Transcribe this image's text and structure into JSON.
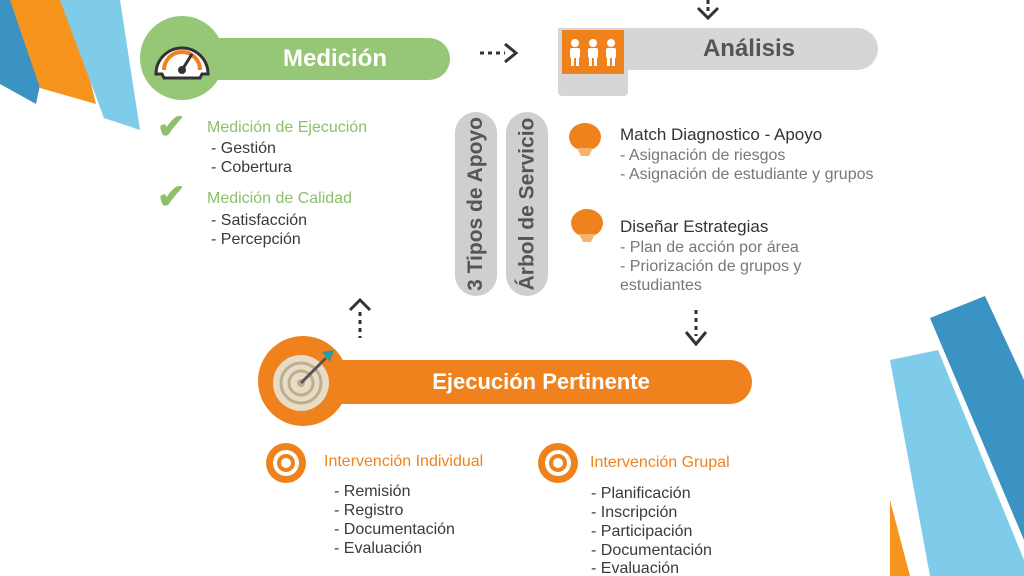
{
  "colors": {
    "green": "#95c777",
    "orange": "#f0821e",
    "grey": "#d6d6d6",
    "blue_light": "#7fcbea",
    "blue_dark": "#3a93c2"
  },
  "medicion": {
    "title": "Medición",
    "icon": "gauge-icon",
    "groups": [
      {
        "title": "Medición de Ejecución",
        "items": [
          "- Gestión",
          "- Cobertura"
        ]
      },
      {
        "title": "Medición de Calidad",
        "items": [
          "- Satisfacción",
          "- Percepción"
        ]
      }
    ]
  },
  "analisis": {
    "title": "Análisis",
    "icon": "people-icon",
    "groups": [
      {
        "title": "Match Diagnostico - Apoyo",
        "items": [
          "- Asignación de riesgos",
          "- Asignación de estudiante y grupos"
        ]
      },
      {
        "title": "Diseñar Estrategias",
        "items": [
          "- Plan de acción por área",
          "- Priorización de grupos y",
          "estudiantes"
        ]
      }
    ]
  },
  "vertical_labels": [
    "3 Tipos de Apoyo",
    "Árbol de Servicio"
  ],
  "ejecucion": {
    "title": "Ejecución Pertinente",
    "icon": "target-icon",
    "groups": [
      {
        "title": "Intervención Individual",
        "items": [
          "- Remisión",
          "- Registro",
          "- Documentación",
          "- Evaluación"
        ]
      },
      {
        "title": "Intervención Grupal",
        "items": [
          "- Planificación",
          "- Inscripción",
          "- Participación",
          "- Documentación",
          "- Evaluación"
        ]
      }
    ]
  }
}
